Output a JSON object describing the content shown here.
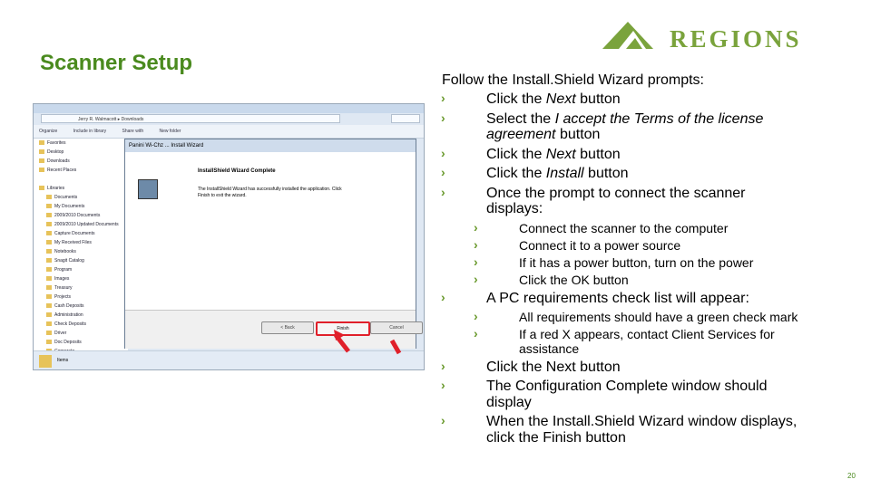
{
  "slide": {
    "title": "Scanner Setup",
    "logo_text": "REGIONS",
    "page_number": "20"
  },
  "colors": {
    "title_green": "#4a8a1e",
    "bullet_green": "#6a9a2e",
    "arrow_red": "#e0202a"
  },
  "instructions": {
    "intro": "Follow the Install.Shield Wizard prompts:",
    "steps": [
      {
        "prefix": "Click the ",
        "em": "Next",
        "suffix": " button"
      },
      {
        "prefix": "Select the ",
        "em": "I accept the Terms of the license",
        "line2_em": "agreement",
        "line2_suffix": " button"
      },
      {
        "prefix": "Click the ",
        "em": "Next",
        "suffix": " button"
      },
      {
        "prefix": "Click the ",
        "em": "Install",
        "suffix": " button"
      },
      {
        "line1": "Once the prompt to connect the scanner",
        "line2": "displays:"
      }
    ],
    "connect_substeps": [
      "Connect the scanner to the computer",
      "Connect it to a power source",
      "If it has a power button, turn on the power",
      "Click the OK button"
    ],
    "pc_check": "A PC requirements check list will appear:",
    "pc_substeps": [
      "All requirements should have a green check mark",
      "If a red X appears, contact Client Services for",
      "assistance"
    ],
    "final_steps": [
      "Click the Next button",
      "The Configuration Complete window should",
      "display",
      "When the Install.Shield Wizard window displays,",
      "click the Finish button"
    ]
  },
  "screenshot": {
    "address_path": "Jerry R. Walmacott ▸ Downloads",
    "menu": [
      "Organize",
      "Include in library",
      "Share with",
      "New folder"
    ],
    "nav_items": [
      "Favorites",
      "Desktop",
      "Downloads",
      "Recent Places",
      "",
      "Libraries",
      "Documents",
      "My Documents",
      "2009/2010 Documents",
      "2009/2010 Updated Documents",
      "Capture Documents",
      "My Received Files",
      "Notebooks",
      "Snagit Catalog",
      "Program",
      "Images",
      "Treasury",
      "Projects",
      "Cash Deposits",
      "Administration",
      "Check Deposits",
      "Driver",
      "Doc Deposits",
      "Corporate",
      "Favorites"
    ],
    "wizard_caption": "Panini Wi-Chz ... Install Wizard",
    "wizard_heading": "InstallShield Wizard Complete",
    "wizard_text": "The InstallShield Wizard has successfully installed the application. Click Finish to exit the wizard.",
    "btn_back": "< Back",
    "btn_finish": "Finish",
    "btn_cancel": "Cancel",
    "status_text": "Items"
  }
}
